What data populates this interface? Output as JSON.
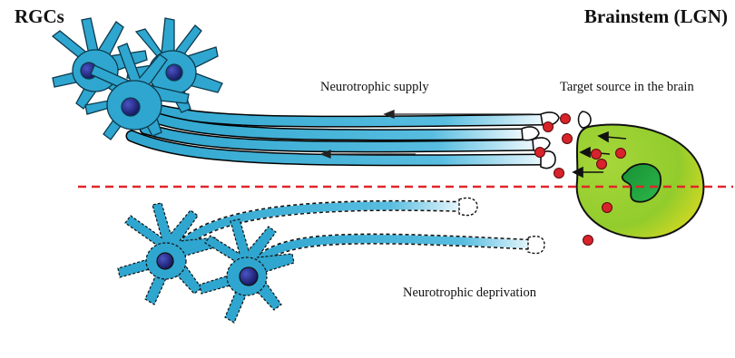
{
  "labels": {
    "left_title": "RGCs",
    "right_title": "Brainstem (LGN)",
    "supply": "Neurotrophic supply",
    "target": "Target source in the brain",
    "deprivation": "Neurotrophic deprivation"
  },
  "colors": {
    "neuron": "#2fa6cf",
    "neuron_dark": "#17799e",
    "nucleus": "#1a1d6e",
    "target_outer": "#9ccd2e",
    "target_inner": "#20a03b",
    "factor": "#d8232a",
    "divider": "#e0262b"
  },
  "icons": {
    "neuron": "neuron-cell-icon",
    "target": "target-nucleus-icon",
    "factor": "neurotrophic-factor-dot"
  }
}
